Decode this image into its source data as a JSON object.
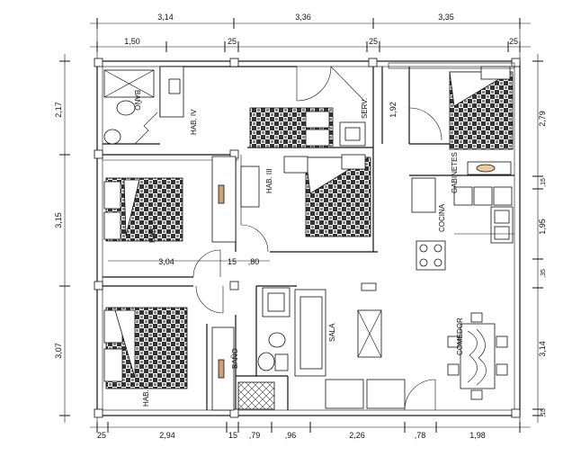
{
  "dimensions": {
    "top_main": [
      "3,14",
      "3,36",
      "3,35"
    ],
    "top_sub": [
      "1,50",
      "25",
      "25",
      "25"
    ],
    "left": [
      "2,17",
      "3,15",
      "3,07"
    ],
    "right": [
      "2,79",
      "1,95",
      "3,14",
      ",15",
      ",35",
      ",15"
    ],
    "bottom": [
      "25",
      "2,94",
      "15",
      ",79",
      ",96",
      "2,26",
      ",78",
      "1,98"
    ],
    "interior": [
      "3,04",
      "15",
      ",80",
      "1,92"
    ]
  },
  "rooms": {
    "bano_top": "BAÑO",
    "hab_iv": "HAB. IV",
    "hab_iii": "HAB. III",
    "hab_ii": "HAB. II",
    "hab_i": "HAB. I",
    "serv": "SERV.",
    "gabinetes": "GABINETES",
    "cocina": "COCINA",
    "sala": "SALA",
    "bano_bottom": "BAÑO",
    "comedor": "COMEDOR"
  },
  "colors": {
    "line": "#111111",
    "background": "#ffffff"
  }
}
